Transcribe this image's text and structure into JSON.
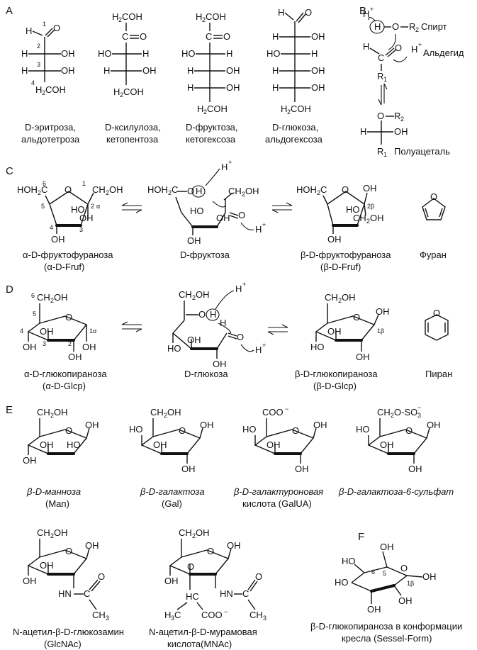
{
  "sections": {
    "a": "A",
    "b": "B",
    "c": "C",
    "d": "D",
    "e": "E",
    "f": "F"
  },
  "panel_a": {
    "erythrose": {
      "name": "D-эритроза,",
      "class": "альдотетроза"
    },
    "xylulose": {
      "name": "D-ксилулоза,",
      "class": "кетопентоза"
    },
    "fructose": {
      "name": "D-фруктоза,",
      "class": "кетогексоза"
    },
    "glucose": {
      "name": "D-глюкоза,",
      "class": "альдогексоза"
    },
    "carbon_numbers": [
      "1",
      "2",
      "3",
      "4"
    ]
  },
  "panel_b": {
    "alcohol": "Спирт",
    "aldehyde": "Альдегид",
    "hemiacetal": "Полуацеталь"
  },
  "panel_c": {
    "alpha": {
      "name": "α-D-фруктофураноза",
      "abbr": "(α-D-Fruf)"
    },
    "open": {
      "name": "D-фруктоза"
    },
    "beta": {
      "name": "β-D-фруктофураноза",
      "abbr": "(β-D-Fruf)"
    },
    "furan": "Фуран"
  },
  "panel_d": {
    "alpha": {
      "name": "α-D-глюкопираноза",
      "abbr": "(α-D-Glcp)"
    },
    "open": {
      "name": "D-глюкоза"
    },
    "beta": {
      "name": "β-D-глюкопираноза",
      "abbr": "(β-D-Glcp)"
    },
    "pyran": "Пиран"
  },
  "panel_e": {
    "man": {
      "name": "β-D-манноза",
      "abbr": "(Man)"
    },
    "gal": {
      "name": "β-D-галактоза",
      "abbr": "(Gal)"
    },
    "galua": {
      "name": "β-D-галактуроновая",
      "abbr": "кислота (GalUA)"
    },
    "gal6s": {
      "name": "β-D-галактоза-6-сульфат"
    },
    "glcnac": {
      "name": "N-ацетил-β-D-глюкозамин",
      "abbr": "(GlcNAc)"
    },
    "mnac": {
      "name": "N-ацетил-β-D-мурамовая",
      "abbr": "кислота(MNAc)"
    }
  },
  "panel_f": {
    "name": "β-D-глюкопираноза в конформации",
    "form": "кресла (Sessel-Form)"
  }
}
